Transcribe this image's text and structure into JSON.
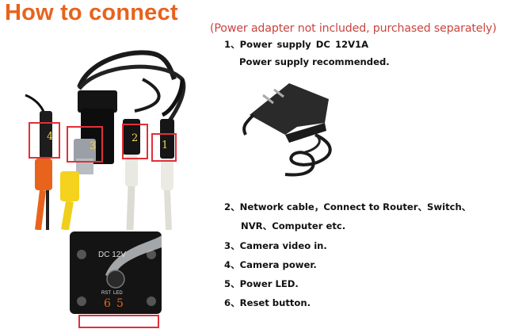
{
  "title": "How to connect",
  "note": "(Power adapter not included, purchased separately)",
  "steps": {
    "s1": "1、Power supply DC 12V1A",
    "s1b": "Power supply recommended.",
    "s2": "2、Network cable，Connect to Router、Switch、",
    "s2b": "NVR、Computer etc.",
    "s3": "3、Camera video in.",
    "s4": "4、Camera power.",
    "s5": "5、Power LED.",
    "s6": "6、Reset button."
  },
  "cable_labels": {
    "l1": "1",
    "l2": "2",
    "l3": "3",
    "l4": "4"
  },
  "camera": {
    "label": "DC 12V",
    "rst": "RST",
    "led": "LED",
    "n6": "6",
    "n5": "5"
  },
  "colors": {
    "accent": "#e8621c",
    "note": "#c9453f",
    "highlight": "#e0303a"
  }
}
